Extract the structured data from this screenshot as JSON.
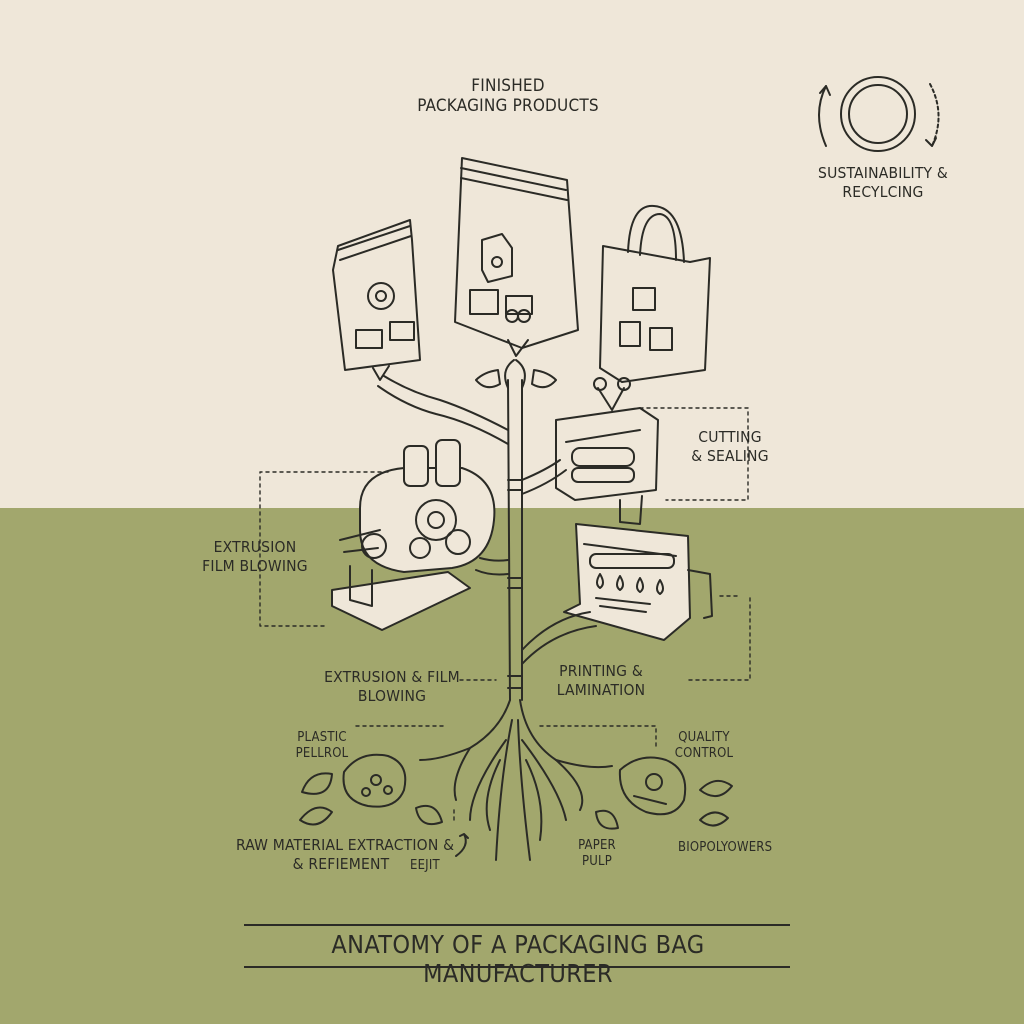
{
  "labels": {
    "finished": "FINISHED\nPACKAGING PRODUCTS",
    "sustainability": "SUSTAINABILITY &\nRECYLCING",
    "cutting": "CUTTING\n& SEALING",
    "extrusion_side": "EXTRUSION\nFILM BLOWING",
    "extrusion_center": "EXTRUSION & FILM\nBLOWING",
    "printing": "PRINTING &\nLAMINATION",
    "plastic": "PLASTIC\nPELLROL",
    "quality": "QUALITY\nCONTROL",
    "raw": "RAW MATERIAL EXTRACTION &\n& REFIEMENT",
    "eejit": "EEJIT",
    "paper": "PAPER\nPULP",
    "bio": "BIOPOLYOWERS"
  },
  "title": "ANATOMY OF A PACKAGING BAG MANUFACTURER",
  "colors": {
    "background_top": "#efe7d9",
    "background_bottom": "#a2a76d",
    "ink": "#2b2b26"
  },
  "icons": [
    "recycle-circle-icon",
    "pouch-bag-icon",
    "standup-pouch-icon",
    "shopping-bag-icon",
    "scissors-icon",
    "sealing-machine-icon",
    "extruder-machine-icon",
    "printing-machine-icon",
    "pellet-icon",
    "quality-icon",
    "leaf-icon",
    "tree-roots-icon"
  ]
}
